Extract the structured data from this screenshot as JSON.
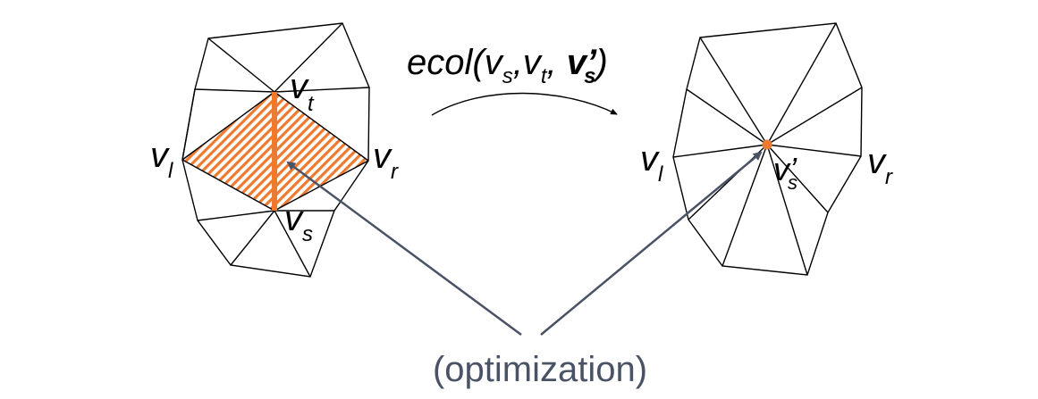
{
  "operation": {
    "name": "ecol",
    "open_paren": "(",
    "arg1_base": "v",
    "arg1_sub": "s",
    "comma1": ",",
    "arg2_base": "v",
    "arg2_sub": "t",
    "comma2": ",",
    "arg3_base": "v",
    "arg3_prime": "’",
    "arg3_sub": "s",
    "close_paren": ")"
  },
  "left_mesh": {
    "vertex_t": {
      "base": "v",
      "sub": "t"
    },
    "vertex_l": {
      "base": "v",
      "sub": "l"
    },
    "vertex_r": {
      "base": "v",
      "sub": "r"
    },
    "vertex_s": {
      "base": "v",
      "sub": "s"
    }
  },
  "right_mesh": {
    "vertex_l": {
      "base": "v",
      "sub": "l"
    },
    "vertex_r": {
      "base": "v",
      "sub": "r"
    },
    "vertex_s_prime": {
      "base": "v",
      "prime": "’",
      "sub": "s"
    }
  },
  "caption": "(optimization)",
  "colors": {
    "highlight": "#ee7a2f",
    "hatch": "#ee7a2f",
    "arrow": "#4a5366",
    "mesh_line": "#000000",
    "caption_text": "#4a5366"
  }
}
